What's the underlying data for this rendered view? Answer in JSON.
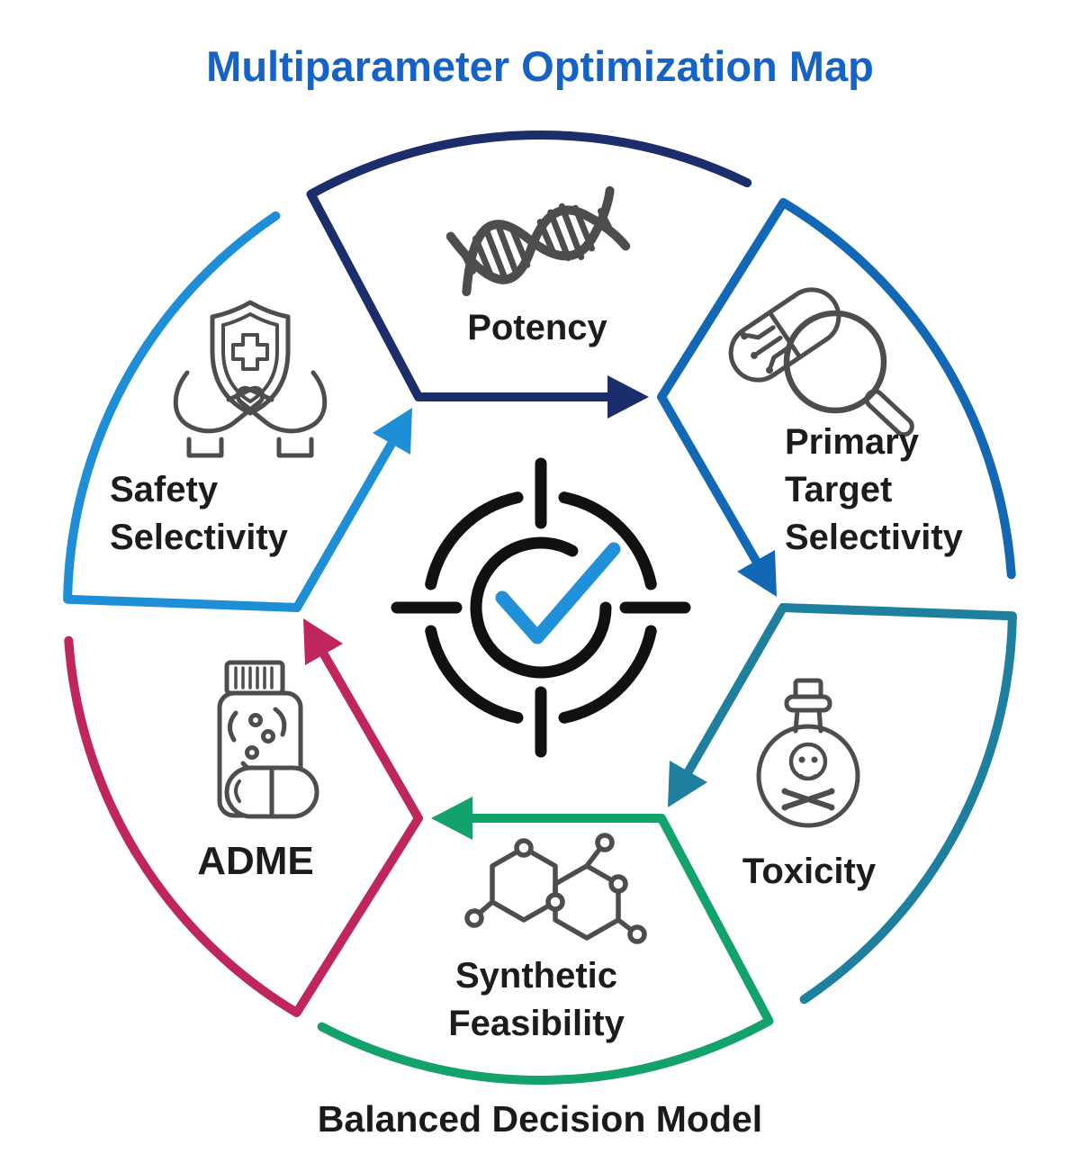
{
  "title": {
    "text": "Multiparameter Optimization Map",
    "color": "#1563c6"
  },
  "caption": {
    "text": "Balanced Decision Model",
    "color": "#1a1a1a"
  },
  "center": {
    "icon": "target-checkmark-icon",
    "ring_color": "#111111",
    "check_color": "#2090d8"
  },
  "icon_color": "#4d4d4d",
  "label_color": "#1c1c1c",
  "segments": [
    {
      "id": "potency",
      "label": "Potency",
      "color": "#1b2e6b",
      "icon": "dna-icon",
      "position": "top"
    },
    {
      "id": "primary-target-selectivity",
      "label": "Primary Target Selectivity",
      "label_lines": [
        "Primary",
        "Target",
        "Selectivity"
      ],
      "color": "#1268b4",
      "icon": "capsule-magnifier-icon",
      "position": "top-right"
    },
    {
      "id": "toxicity",
      "label": "Toxicity",
      "color": "#1e7f9e",
      "icon": "poison-bottle-icon",
      "position": "bottom-right"
    },
    {
      "id": "synthetic-feasibility",
      "label": "Synthetic Feasibility",
      "label_lines": [
        "Synthetic",
        "Feasibility"
      ],
      "color": "#13a26c",
      "icon": "molecule-icon",
      "position": "bottom"
    },
    {
      "id": "adme",
      "label": "ADME",
      "color": "#bf265e",
      "icon": "pill-bottle-icon",
      "position": "bottom-left"
    },
    {
      "id": "safety-selectivity",
      "label": "Safety Selectivity",
      "label_lines": [
        "Safety",
        "Selectivity"
      ],
      "color": "#1e8ed6",
      "icon": "hands-shield-icon",
      "position": "top-left"
    }
  ],
  "flow": {
    "type": "clockwise-cycle",
    "order": [
      "Potency",
      "Primary Target Selectivity",
      "Toxicity",
      "Synthetic Feasibility",
      "ADME",
      "Safety Selectivity"
    ]
  }
}
